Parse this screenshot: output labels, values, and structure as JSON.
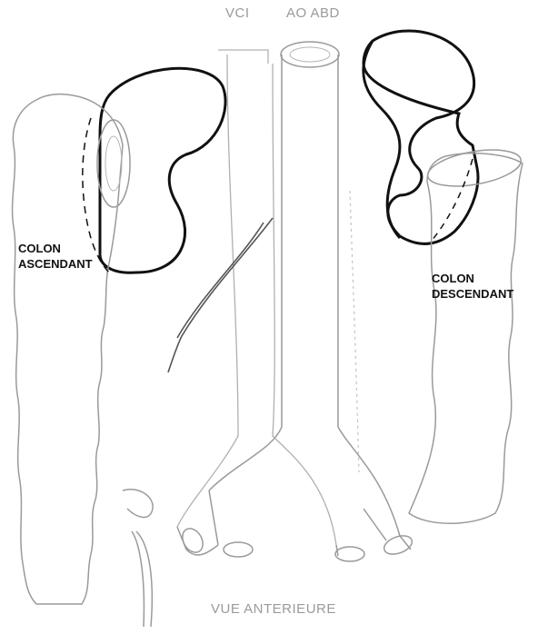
{
  "diagram": {
    "labels": {
      "vci": "VCI",
      "ao_abd": "AO ABD",
      "colon_ascendant_line1": "COLON",
      "colon_ascendant_line2": "ASCENDANT",
      "colon_descendant_line1": "COLON",
      "colon_descendant_line2": "DESCENDANT",
      "view": "VUE ANTERIEURE"
    },
    "colors": {
      "outline_dark": "#111111",
      "outline_faint": "#9a9a9a",
      "background": "#ffffff"
    }
  }
}
